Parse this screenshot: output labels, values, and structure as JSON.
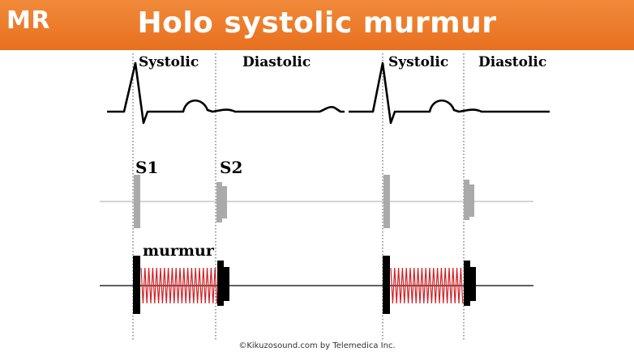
{
  "header": {
    "tag": "MR",
    "title": "Holo systolic murmur",
    "color": "#ee7d2b"
  },
  "phases": {
    "systolic": "Systolic",
    "diastolic": "Diastolic"
  },
  "sounds": {
    "s1": "S1",
    "s2": "S2",
    "murmur": "murmur"
  },
  "colors": {
    "murmur": "#d21e23",
    "sound_gray": "#aaaaaa",
    "trace": "#000000"
  },
  "footer": {
    "copyright": "©Kikuzosound.com by Telemedica Inc."
  }
}
